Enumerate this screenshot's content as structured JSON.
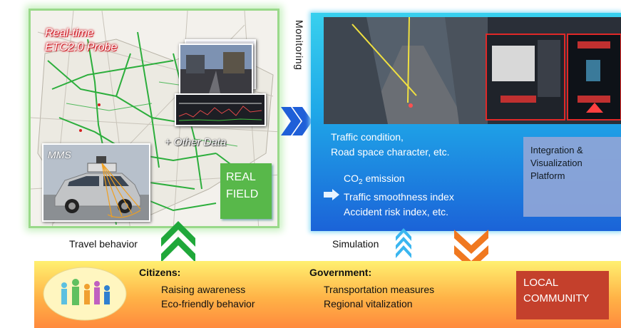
{
  "real_field": {
    "probe_line1": "Real-time",
    "probe_line2": "ETC2.0 Probe",
    "other_data": "+ Other Data",
    "mms": "MMS",
    "box_line1": "REAL",
    "box_line2": "FIELD"
  },
  "monitoring": "Monitoring",
  "platform": {
    "traffic_line1": "Traffic condition,",
    "traffic_line2": "Road space character, etc.",
    "co2_prefix": "CO",
    "co2_sub": "2",
    "co2_suffix": " emission",
    "index_line2": "Traffic smoothness index",
    "index_line3": "Accident risk index, etc.",
    "integ_line1": "Integration &",
    "integ_line2": "Visualization",
    "integ_line3": "Platform"
  },
  "travel_behavior": "Travel behavior",
  "simulation": "Simulation",
  "community": {
    "citizens_head": "Citizens:",
    "citizens_items": [
      "Raising awareness",
      "Eco-friendly behavior"
    ],
    "government_head": "Government:",
    "government_items": [
      "Transportation measures",
      "Regional vitalization"
    ],
    "local_line1": "LOCAL",
    "local_line2": "COMMUNITY"
  },
  "colors": {
    "real_field_border": "#9ad98a",
    "real_box": "#58b84a",
    "chevron_blue": "#1f5fd8",
    "chevron_green": "#1fa83a",
    "chevron_orange": "#f07820",
    "chevron_light_blue": "#3ab6f0",
    "local_box": "#c4402c"
  }
}
